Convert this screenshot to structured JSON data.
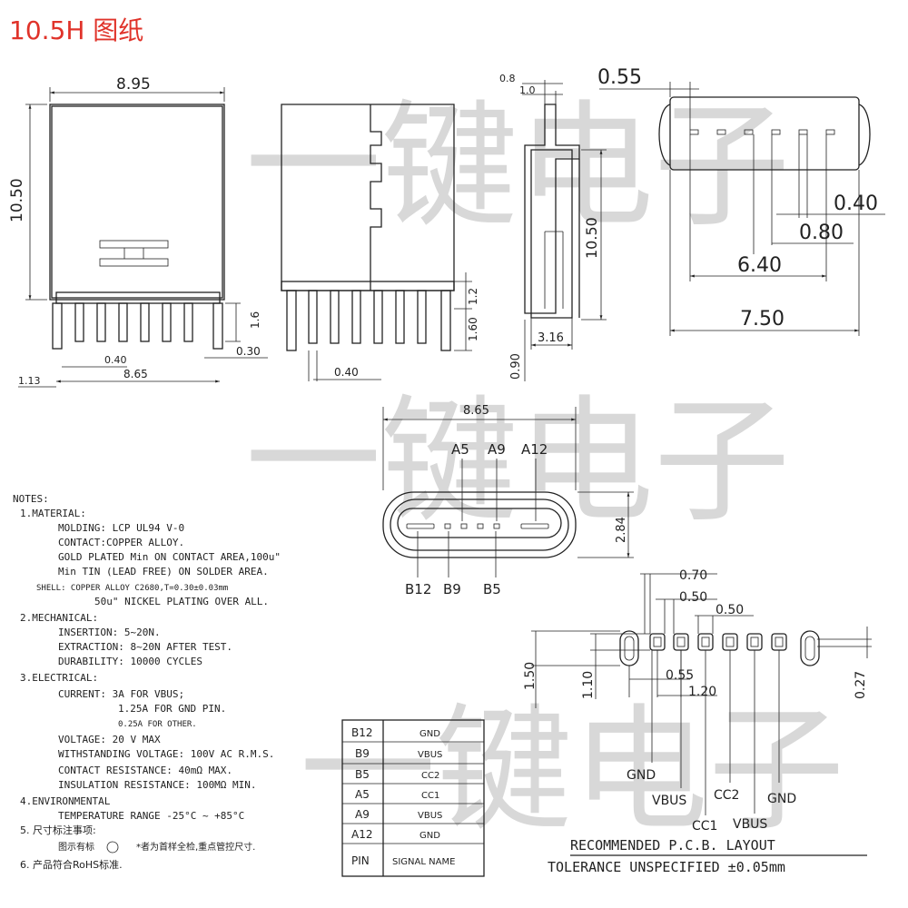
{
  "title": "10.5H 图纸",
  "watermark": "一键电子",
  "colors": {
    "title": "#e0332a",
    "ink": "#222222",
    "watermark": "#d8d8d8"
  },
  "front_view": {
    "width": "8.95",
    "height": "10.50",
    "pitch": "0.40",
    "span": "8.65",
    "offset": "1.13",
    "pin_len": "1.6",
    "pin_w": "0.30"
  },
  "side_view": {
    "pitch": "0.40",
    "h1": "1.2",
    "h2": "1.60"
  },
  "profile_view": {
    "t1": "0.8",
    "t2": "1.0",
    "height": "10.50",
    "depth": "3.16",
    "foot": "0.90"
  },
  "top_view": {
    "d1": "0.55",
    "d2": "0.40",
    "d3": "0.80",
    "d4": "6.40",
    "d5": "7.50"
  },
  "socket_view": {
    "width": "8.65",
    "height": "2.84",
    "top_labels": [
      "A5",
      "A9",
      "A12"
    ],
    "bottom_labels": [
      "B12",
      "B9",
      "B5"
    ]
  },
  "notes": {
    "heading": "NOTES:",
    "lines": [
      "1.MATERIAL:",
      "MOLDING: LCP UL94 V-0",
      "CONTACT:COPPER ALLOY.",
      "GOLD PLATED Min ON CONTACT AREA,100u\"",
      "Min TIN (LEAD FREE) ON SOLDER AREA.",
      "SHELL: COPPER ALLOY C2680,T=0.30±0.03mm",
      "50u\" NICKEL PLATING OVER ALL.",
      "2.MECHANICAL:",
      "INSERTION: 5~20N.",
      "EXTRACTION: 8~20N AFTER TEST.",
      "DURABILITY: 10000 CYCLES",
      "3.ELECTRICAL:",
      "CURRENT: 3A FOR VBUS;",
      "1.25A FOR GND PIN.",
      "0.25A FOR OTHER.",
      "VOLTAGE: 20 V MAX",
      "WITHSTANDING VOLTAGE: 100V AC R.M.S.",
      "CONTACT RESISTANCE: 40mΩ MAX.",
      "INSULATION RESISTANCE: 100MΩ MIN.",
      "4.ENVIRONMENTAL",
      "TEMPERATURE RANGE -25°C ~ +85°C",
      "5. 尺寸标注事项:",
      "图示有标",
      "*者为首样全检,重点管控尺寸.",
      "6. 产品符合RoHS标准."
    ]
  },
  "pin_table": {
    "rows": [
      {
        "pin": "B12",
        "signal": "GND"
      },
      {
        "pin": "B9",
        "signal": "VBUS"
      },
      {
        "pin": "B5",
        "signal": "CC2"
      },
      {
        "pin": "A5",
        "signal": "CC1"
      },
      {
        "pin": "A9",
        "signal": "VBUS"
      },
      {
        "pin": "A12",
        "signal": "GND"
      }
    ],
    "header": {
      "pin": "PIN",
      "signal": "SIGNAL NAME"
    }
  },
  "pcb": {
    "d_070": "0.70",
    "d_050a": "0.50",
    "d_050b": "0.50",
    "d_150": "1.50",
    "d_110": "1.10",
    "d_055": "0.55",
    "d_120": "1.20",
    "d_027": "0.27",
    "pads": [
      "GND",
      "VBUS",
      "CC2",
      "CC1",
      "VBUS",
      "GND"
    ],
    "title1": "RECOMMENDED  P.C.B. LAYOUT",
    "title2": "TOLERANCE UNSPECIFIED ±0.05mm"
  }
}
